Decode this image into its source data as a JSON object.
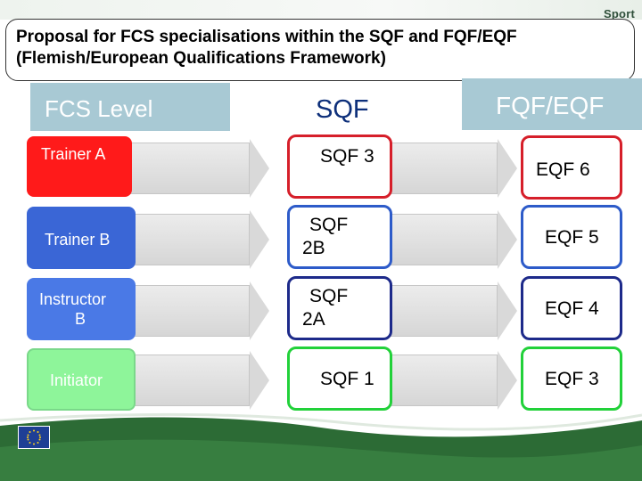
{
  "header": {
    "brand": "Sport",
    "title": "Proposal for FCS specialisations within the SQF and FQF/EQF (Flemish/European Qualifications Framework)"
  },
  "columns": {
    "fcs": "FCS Level",
    "sqf": "SQF",
    "eqf": "FQF/EQF"
  },
  "rows": [
    {
      "fcs": "Trainer A",
      "sqf_line1": "SQF 3",
      "sqf_line2": "",
      "eqf": "EQF 6",
      "fcs_color": "#ff1a1a",
      "level_border": "#d61f2a"
    },
    {
      "fcs": "Trainer B",
      "sqf_line1": "SQF",
      "sqf_line2": "2B",
      "eqf": "EQF 5",
      "fcs_color": "#3a66d6",
      "level_border": "#2d5bc9"
    },
    {
      "fcs_line1": "Instructor",
      "fcs_line2": "B",
      "sqf_line1": "SQF",
      "sqf_line2": "2A",
      "eqf": "EQF 4",
      "fcs_color": "#4a79e6",
      "level_border": "#1d2a8a"
    },
    {
      "fcs": "Initiator",
      "sqf_line1": "SQF 1",
      "sqf_line2": "",
      "eqf": "EQF 3",
      "fcs_color": "#8ef59a",
      "level_border": "#22d13a"
    }
  ],
  "footer": {
    "primary_green": "#2c6b35",
    "flag_color": "#1f3f95"
  }
}
